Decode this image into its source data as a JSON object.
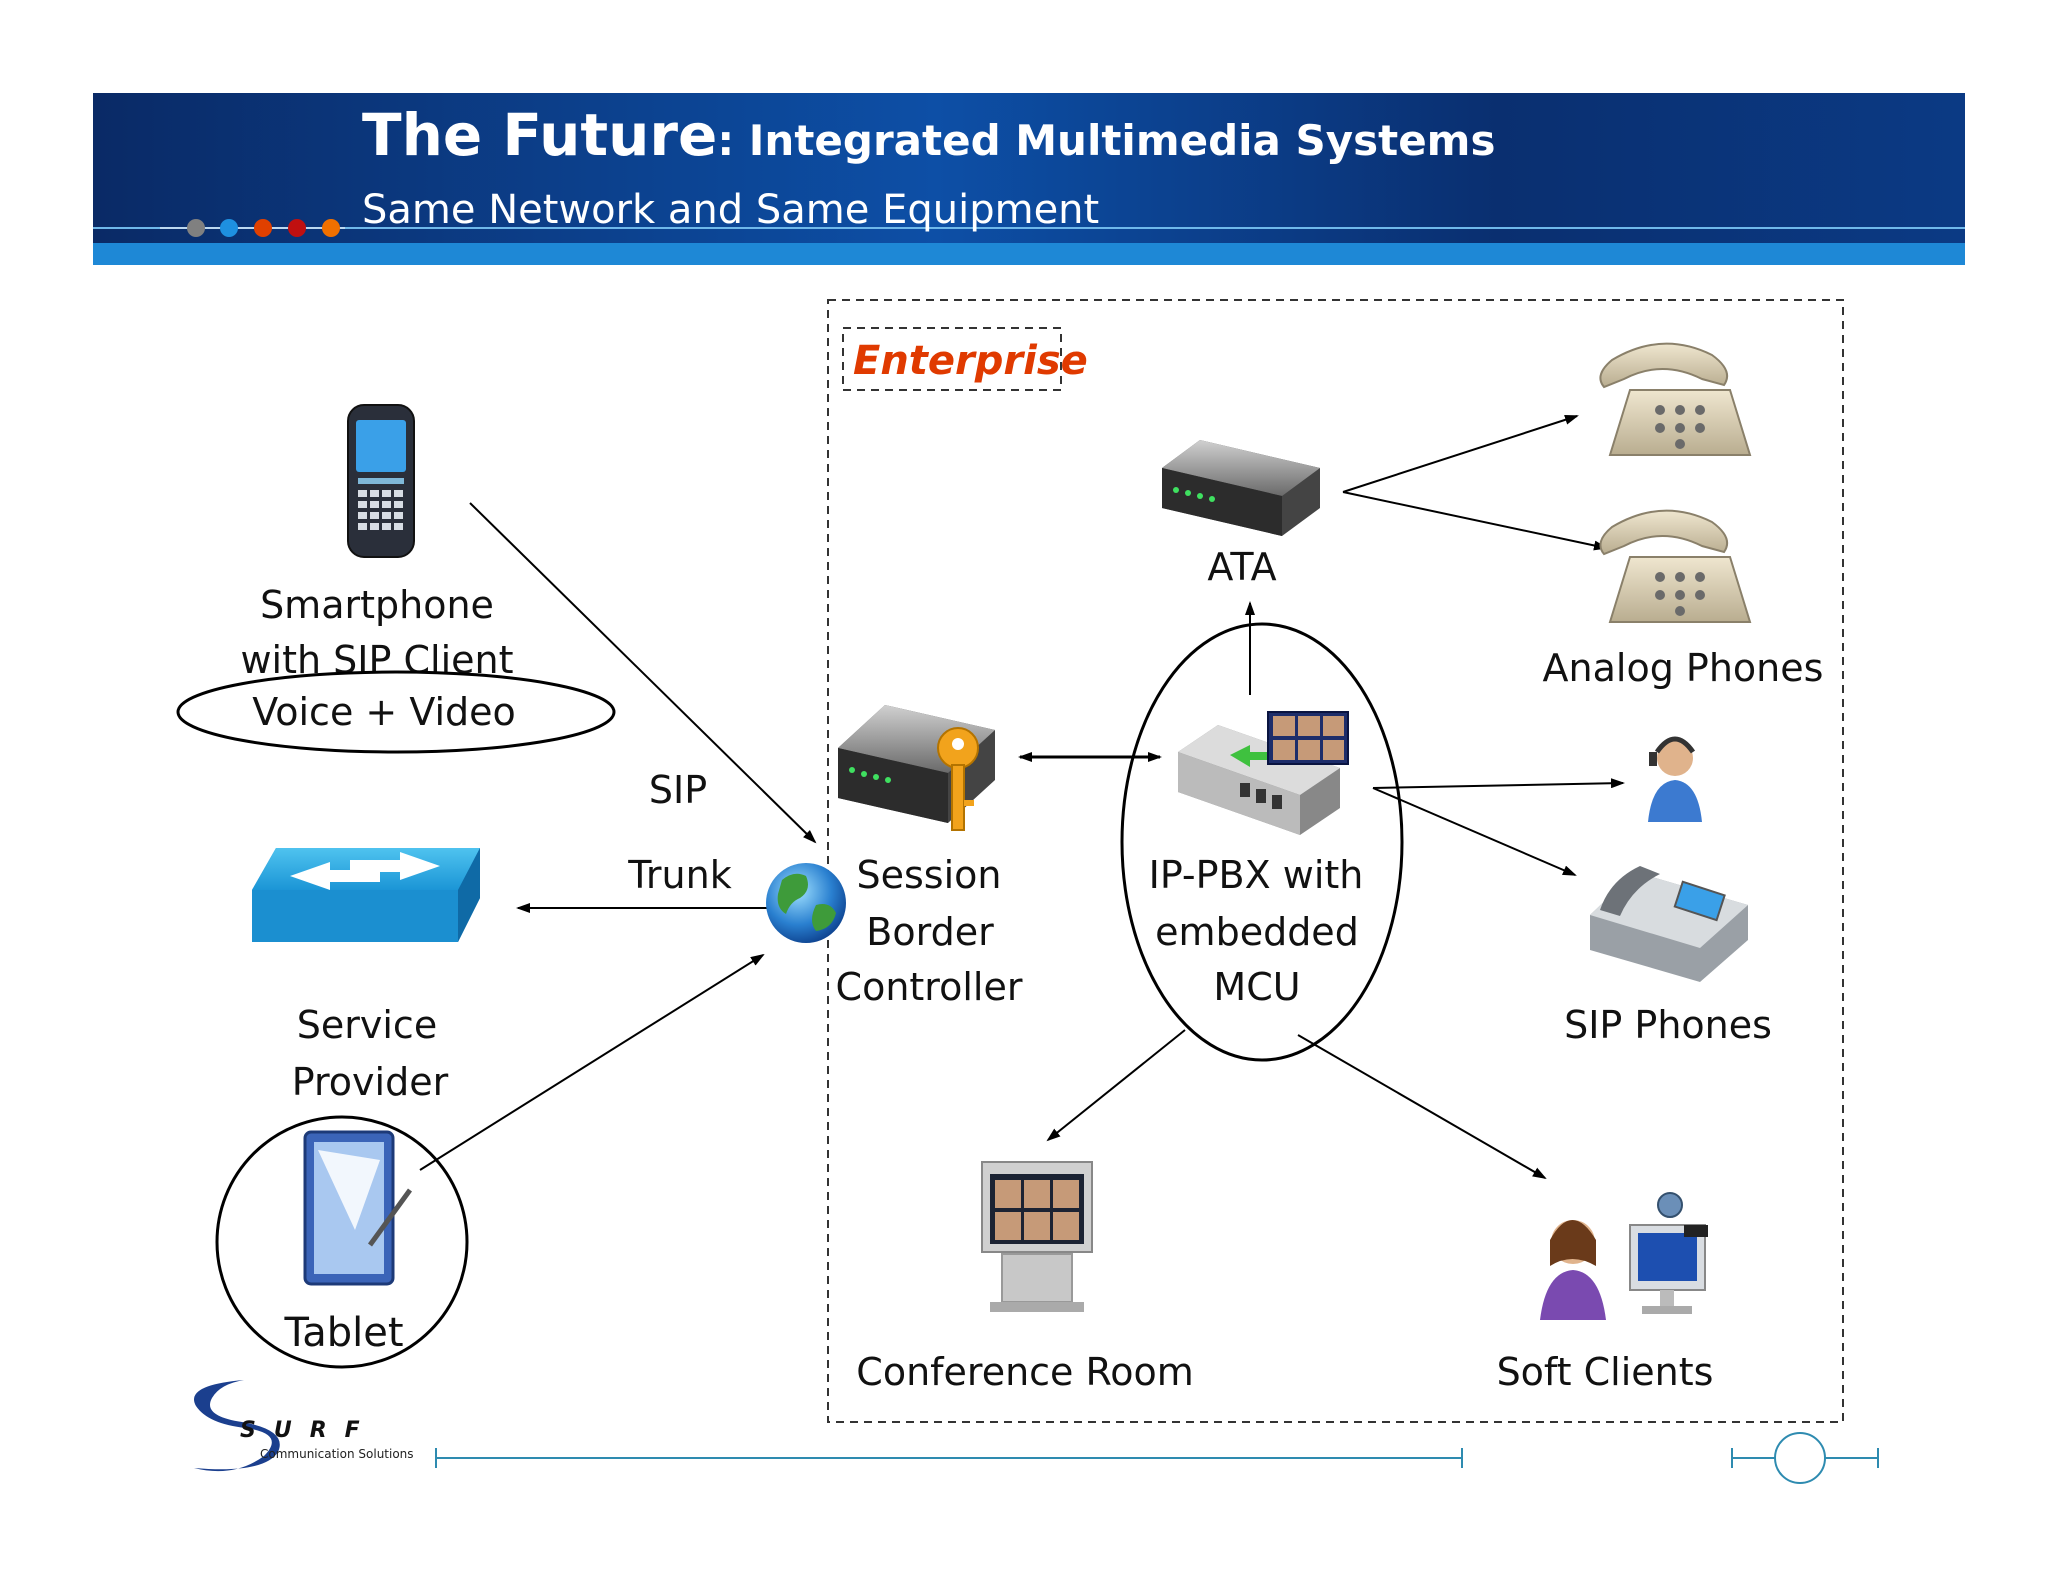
{
  "header": {
    "title_main": "The Future",
    "title_rest": ": Integrated Multimedia Systems",
    "subtitle": "Same Network and Same Equipment"
  },
  "enterprise_label": "Enterprise",
  "nodes": {
    "smartphone": {
      "line1": "Smartphone",
      "line2": "with SIP Client",
      "badge": "Voice + Video"
    },
    "service_provider": {
      "line1": "Service",
      "line2": "Provider"
    },
    "tablet": {
      "label": "Tablet"
    },
    "sip_trunk": {
      "line1": "SIP",
      "line2": "Trunk"
    },
    "sbc": {
      "line1": "Session",
      "line2": "Border",
      "line3": "Controller"
    },
    "ippbx": {
      "line1": "IP-PBX with",
      "line2": "embedded",
      "line3": "MCU"
    },
    "ata": {
      "label": "ATA"
    },
    "analog_phones": {
      "label": "Analog Phones"
    },
    "sip_phones": {
      "label": "SIP Phones"
    },
    "conference_room": {
      "label": "Conference Room"
    },
    "soft_clients": {
      "label": "Soft Clients"
    }
  },
  "logo": {
    "text": "SURF",
    "tagline": "Communication Solutions"
  },
  "colors": {
    "header_dark": "#0a2d6b",
    "header_light": "#1e88d6",
    "accent_red": "#e03a00",
    "line_teal": "#2e8bb0",
    "dots": [
      "#808080",
      "#1e90e0",
      "#e04000",
      "#c01010",
      "#f07000"
    ]
  }
}
